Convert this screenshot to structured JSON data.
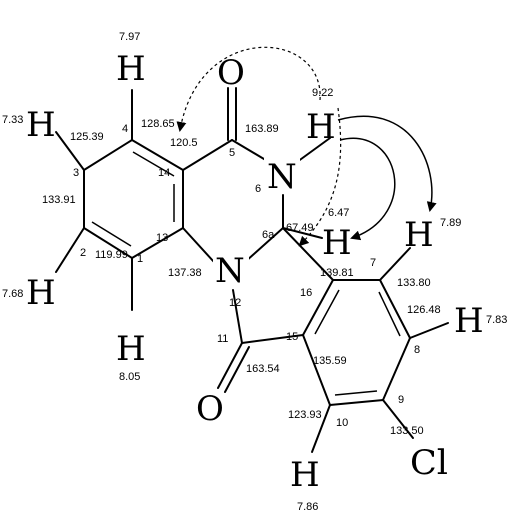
{
  "atoms": {
    "O1": "O",
    "O2": "O",
    "N5": "N",
    "N12": "N",
    "Cl": "Cl",
    "H4": "H",
    "H3": "H",
    "H2": "H",
    "H1": "H",
    "NH": "H",
    "H6a": "H",
    "H7": "H",
    "H8": "H",
    "H10": "H"
  },
  "positions": {
    "p1": "1",
    "p2": "2",
    "p3": "3",
    "p4": "4",
    "p5": "5",
    "p6": "6",
    "p6a": "6a",
    "p7": "7",
    "p8": "8",
    "p9": "9",
    "p10": "10",
    "p11": "11",
    "p12": "12",
    "p13": "13",
    "p14": "14",
    "p15": "15",
    "p16": "16"
  },
  "carbon_shifts": {
    "c1": "119.99",
    "c2": "133.91",
    "c3": "125.39",
    "c4": "128.65",
    "c4a": "120.5",
    "c5": "163.89",
    "c6a": "67.49",
    "c7": "133.80",
    "c8": "126.48",
    "c9": "133.50",
    "c10": "123.93",
    "c11": "163.54",
    "c13": "137.38",
    "c15": "135.59",
    "c16": "139.81"
  },
  "proton_shifts": {
    "h4": "7.97",
    "h3": "7.33",
    "h2": "7.68",
    "h1": "8.05",
    "nh": "9.22",
    "h6a": "6.47",
    "h7": "7.89",
    "h8": "7.83",
    "h10": "7.86"
  }
}
